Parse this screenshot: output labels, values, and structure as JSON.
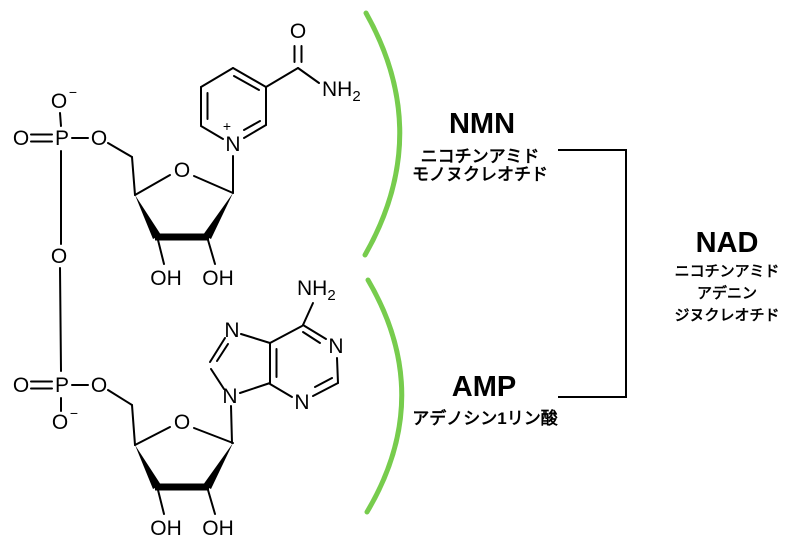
{
  "colors": {
    "bracket_green": "#77CC4D",
    "ink": "#000000"
  },
  "nmn": {
    "title": "NMN",
    "subtitle1": "ニコチンアミド",
    "subtitle2": "モノヌクレオチド",
    "atoms": {
      "o_top": "O",
      "o_top_charge": "−",
      "p": "P",
      "o_left": "O",
      "o_right": "O",
      "ribose_o": "O",
      "oh_left": "OH",
      "oh_right": "OH",
      "n_plus": "N",
      "n_charge": "+",
      "amide_o": "O",
      "amide_nh2_main": "NH",
      "amide_nh2_sub": "2"
    }
  },
  "bridge": {
    "o": "O"
  },
  "amp": {
    "title": "AMP",
    "subtitle1": "アデノシン1リン酸",
    "atoms": {
      "p": "P",
      "o_left": "O",
      "o_bottom": "O",
      "o_bottom_charge": "−",
      "o_right": "O",
      "ribose_o": "O",
      "oh_left": "OH",
      "oh_right": "OH",
      "n9": "N",
      "n7": "N",
      "n1": "N",
      "n3": "N",
      "nh2_main": "NH",
      "nh2_sub": "2"
    }
  },
  "nad": {
    "title": "NAD",
    "subtitle1": "ニコチンアミド",
    "subtitle2": "アデニン",
    "subtitle3": "ジヌクレオチド"
  }
}
